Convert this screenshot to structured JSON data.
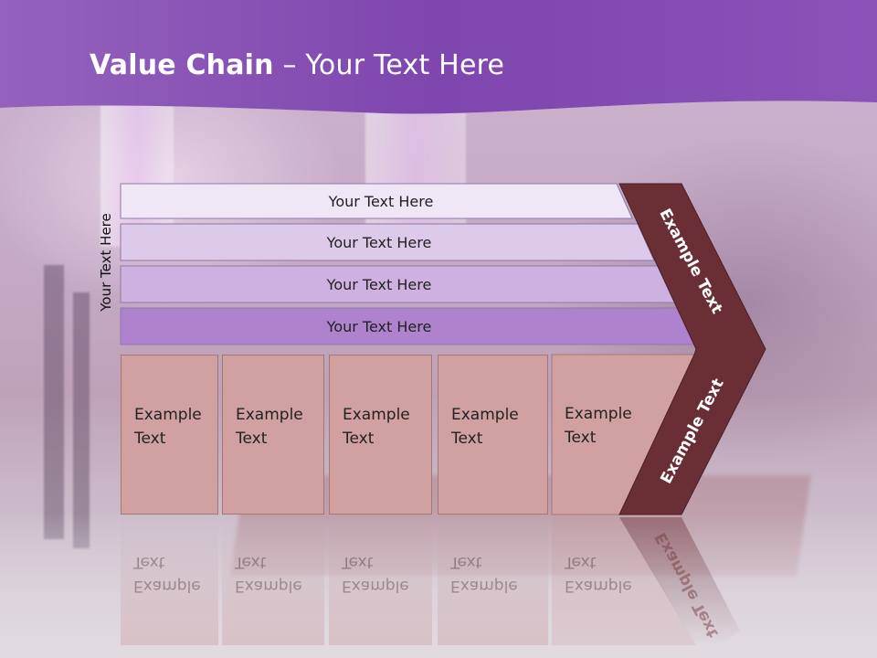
{
  "slide": {
    "title_bold": "Value Chain",
    "title_rest": " – Your Text Here",
    "side_label": "Your Text Here",
    "bars": [
      {
        "label": "Your Text Here",
        "color": "#efe7f5"
      },
      {
        "label": "Your Text Here",
        "color": "#ddc9ea"
      },
      {
        "label": "Your Text Here",
        "color": "#ceb1e0"
      },
      {
        "label": "Your Text Here",
        "color": "#ae82cc"
      }
    ],
    "columns": [
      {
        "label": "Example Text"
      },
      {
        "label": "Example Text"
      },
      {
        "label": "Example Text"
      },
      {
        "label": "Example Text"
      },
      {
        "label": "Example Text"
      }
    ],
    "chevron_top_label": "Example Text",
    "chevron_bottom_label": "Example Text",
    "colors": {
      "header": "#8a52b4",
      "chevron": "#6a2e35",
      "column": "#d1a1a1"
    }
  }
}
